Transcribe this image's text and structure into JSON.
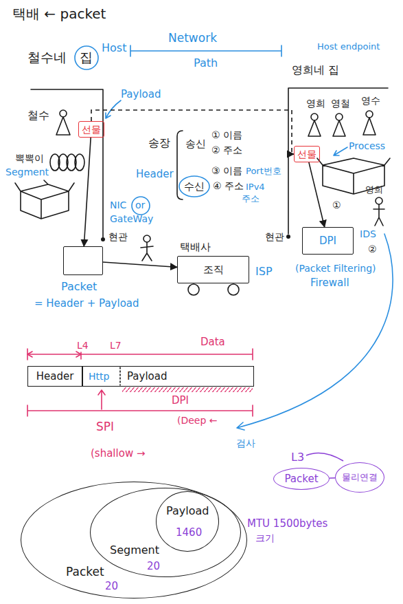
{
  "diagram": {
    "nodes": [
      {
        "text": [
          "선물"
        ]
      },
      {
        "text": [
          "Packet"
        ]
      },
      {
        "text": [
          "조직"
        ]
      },
      {
        "text": [
          "선물"
        ]
      },
      {
        "text": [
          "DPI"
        ]
      },
      {
        "text": [
          "Header"
        ]
      },
      {
        "text": [
          "Http",
          "Payload"
        ]
      },
      {
        "text": [
          "Packet"
        ]
      },
      {
        "text": [
          "물리연결"
        ]
      },
      {
        "text": [
          "Packet",
          "20"
        ]
      },
      {
        "text": [
          "Segment",
          "20"
        ],
        "in": 9
      },
      {
        "text": [
          "Payload",
          "1460"
        ],
        "in": 10
      }
    ],
    "edges": [
      {
        "from": 0,
        "to": 1,
        "arrow": "to"
      },
      {
        "from": 1,
        "to": 2,
        "arrow": "to"
      },
      {
        "from": 0,
        "to": 3,
        "arrow": "to"
      },
      {
        "from": 3,
        "to": 4,
        "arrow": "to"
      },
      {
        "from": 7,
        "to": 8,
        "arrow": "none"
      }
    ],
    "labels": [
      "택배 ← packet",
      "철수네",
      "집",
      "Host",
      "Network",
      "Path",
      "Host endpoint",
      "영희네 집",
      "Payload",
      "철수",
      "뽁뽁이",
      "Segment",
      "송장",
      "Header",
      "송신",
      "① 이름",
      "② 주소",
      "수신",
      "③ 이름",
      "Port번호",
      "④ 주소",
      "IPv4",
      "주소",
      "NIC",
      "or",
      "GateWay",
      "현관",
      "= Header + Payload",
      "택배사",
      "ISP",
      "현관",
      "영희",
      "영철",
      "영수",
      "Process",
      "①",
      "영희",
      "②",
      "IDS",
      "(Packet Filtering)",
      "Firewall",
      "L4",
      "L7",
      "Data",
      "DPI",
      "(Deep ←",
      "SPI",
      "(shallow →",
      "검사",
      "L3",
      "MTU 1500bytes",
      "크기"
    ]
  }
}
